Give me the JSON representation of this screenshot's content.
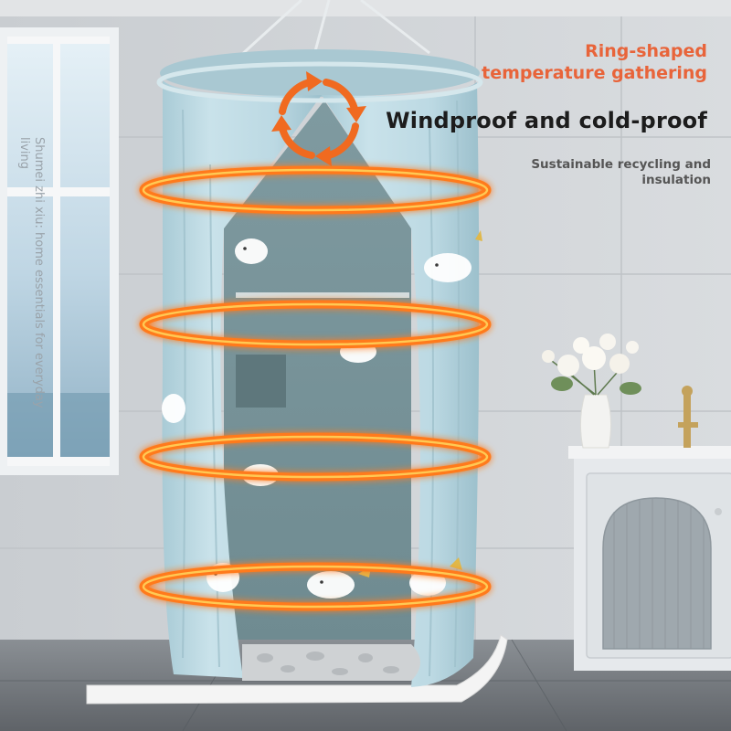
{
  "headline": {
    "feature_1": "Ring-shaped\ntemperature gathering",
    "feature_2": "Windproof and cold-proof",
    "feature_3": "Sustainable recycling and\ninsulation"
  },
  "watermark": {
    "brand_caption": "Shumei zhi xiu: home essentials for everyday living"
  },
  "colors": {
    "accent_orange": "#ff7a1a",
    "feature_1_text": "#e8643a",
    "curtain_blue": "#b9d8e2"
  },
  "icons": [
    "circular-arrows-icon"
  ]
}
